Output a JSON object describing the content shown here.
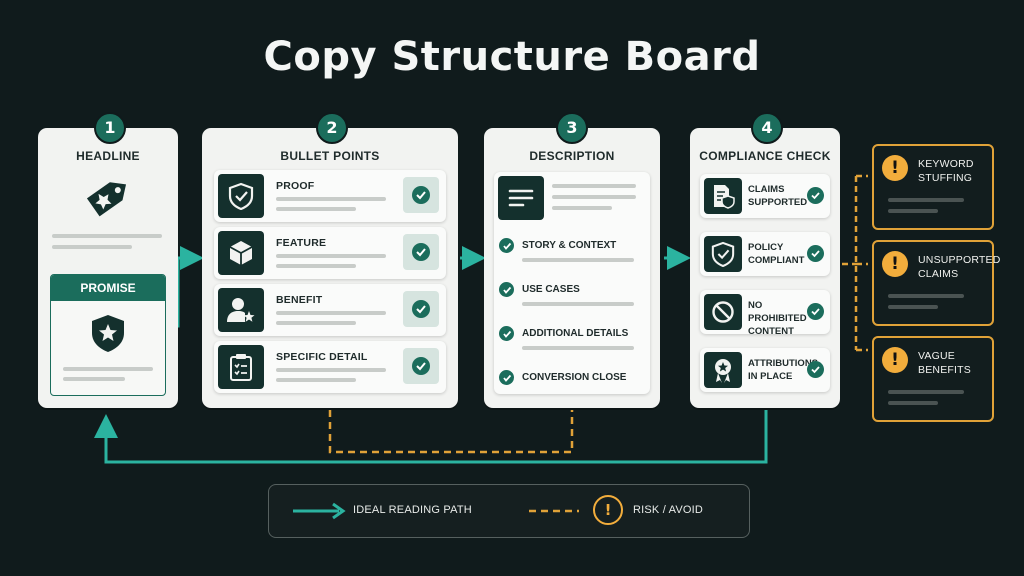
{
  "title": "Copy Structure Board",
  "steps": {
    "headline": {
      "number": "1",
      "title": "HEADLINE",
      "promise": "PROMISE"
    },
    "bullets": {
      "number": "2",
      "title": "BULLET POINTS",
      "items": [
        {
          "label": "PROOF",
          "icon": "shield-check-icon"
        },
        {
          "label": "FEATURE",
          "icon": "cube-icon"
        },
        {
          "label": "BENEFIT",
          "icon": "user-star-icon"
        },
        {
          "label": "SPECIFIC DETAIL",
          "icon": "clipboard-list-icon"
        }
      ]
    },
    "description": {
      "number": "3",
      "title": "DESCRIPTION",
      "items": [
        "STORY & CONTEXT",
        "USE CASES",
        "ADDITIONAL DETAILS",
        "CONVERSION CLOSE"
      ]
    },
    "compliance": {
      "number": "4",
      "title": "COMPLIANCE CHECK",
      "items": [
        {
          "line1": "CLAIMS",
          "line2": "SUPPORTED",
          "icon": "document-shield-icon"
        },
        {
          "line1": "POLICY",
          "line2": "COMPLIANT",
          "icon": "shield-check-icon"
        },
        {
          "line1": "NO PROHIBITED",
          "line2": "CONTENT",
          "icon": "prohibited-icon"
        },
        {
          "line1": "ATTRIBUTIONS",
          "line2": "IN PLACE",
          "icon": "award-icon"
        }
      ]
    }
  },
  "risks": [
    {
      "line1": "KEYWORD",
      "line2": "STUFFING"
    },
    {
      "line1": "UNSUPPORTED",
      "line2": "CLAIMS"
    },
    {
      "line1": "VAGUE",
      "line2": "BENEFITS"
    }
  ],
  "risk_symbol": "!",
  "legend": {
    "ideal": "IDEAL READING PATH",
    "risk": "RISK / AVOID"
  },
  "colors": {
    "teal": "#2bb3a0",
    "orange": "#e0a238",
    "dark_green": "#14302d",
    "card": "#f2f3f1",
    "background": "#101b1c"
  }
}
